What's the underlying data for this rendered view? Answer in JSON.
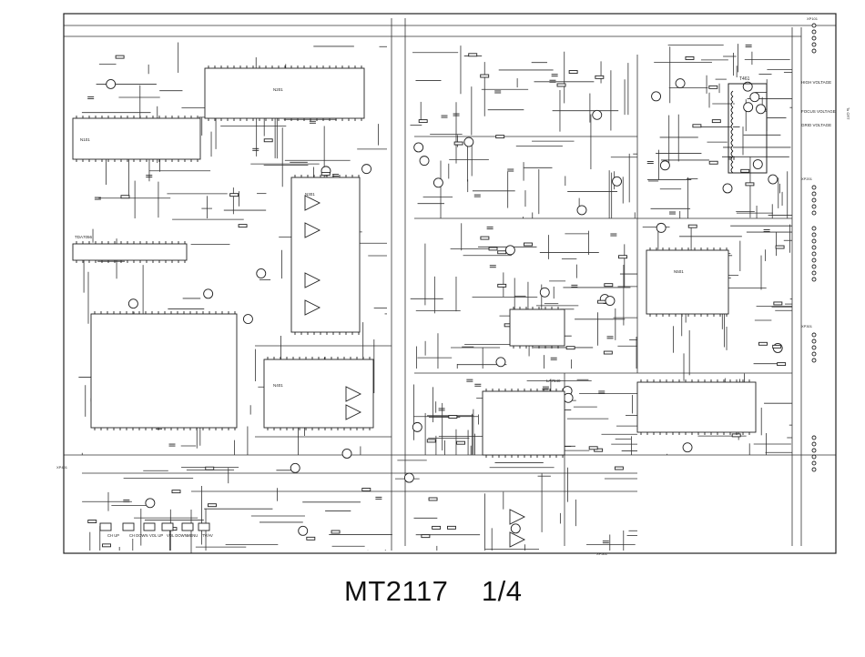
{
  "title": {
    "model": "MT2117",
    "page": "1/4"
  },
  "flyback": {
    "ref": "T461",
    "outputs": [
      "HIGH VOLTAGE",
      "FOCUS VOLTAGE",
      "GRID VOLTAGE"
    ],
    "to_label": "To CRT"
  },
  "keys": [
    "CH UP",
    "CH DOWN",
    "VOL UP",
    "VOL DOWN",
    "MENU",
    "TV/AV"
  ],
  "ics": [
    "N101",
    "N201",
    "TDA7056",
    "N301",
    "N401",
    "LA7840",
    "N501"
  ],
  "connectors": [
    "XP101",
    "XP201",
    "XP301",
    "XP401",
    "XP501"
  ]
}
